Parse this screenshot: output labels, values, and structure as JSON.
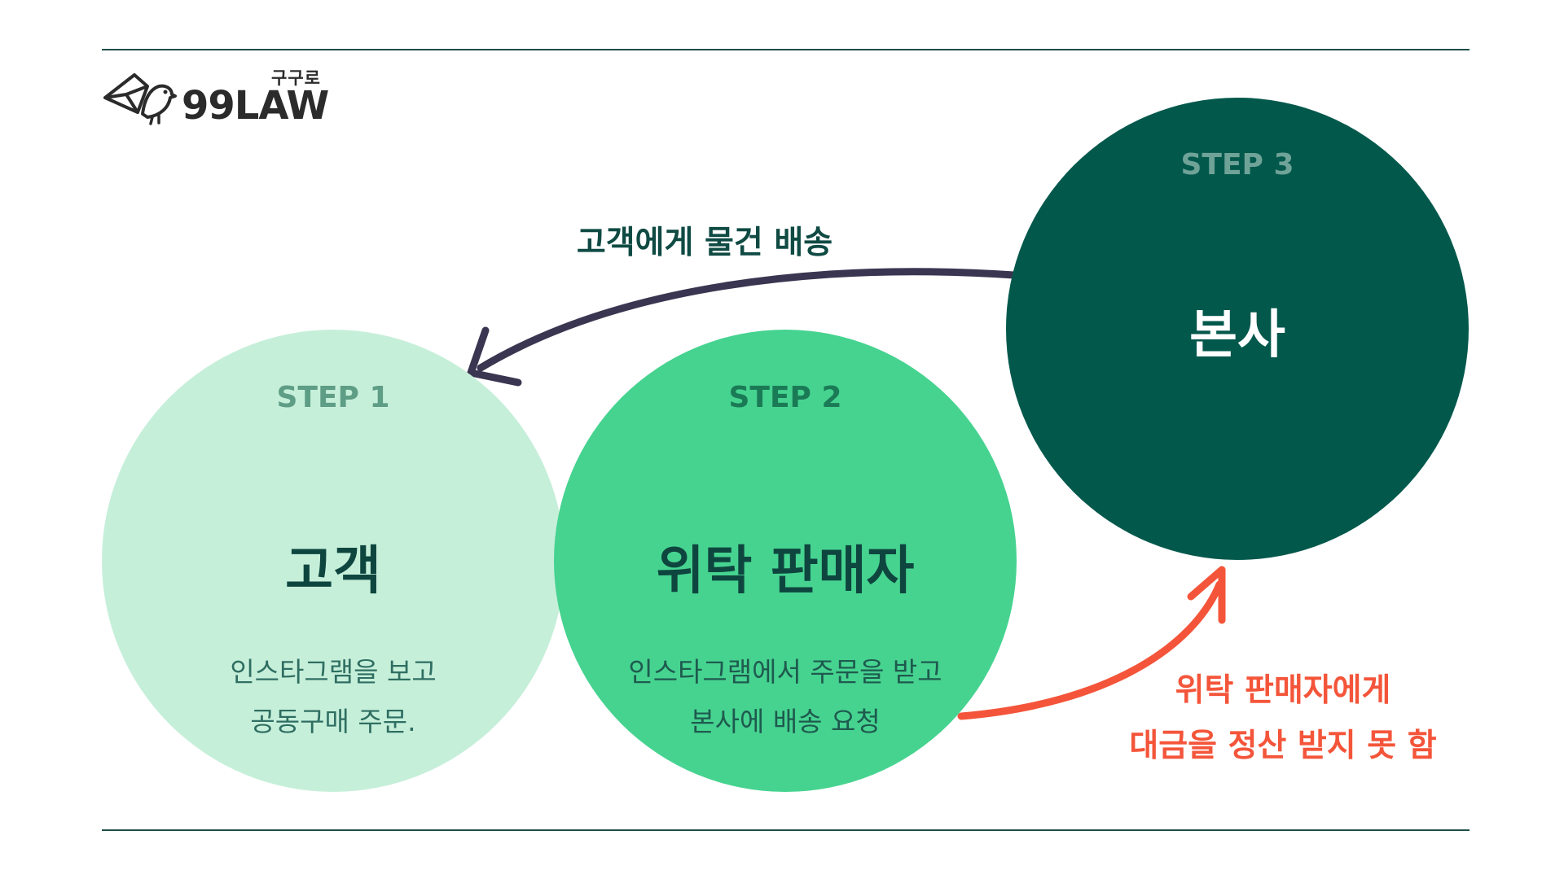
{
  "logo": {
    "korean": "구구로",
    "text": "99LAW"
  },
  "steps": [
    {
      "step": "STEP 1",
      "title": "고객",
      "description": [
        "인스타그램을 보고",
        "공동구매 주문."
      ],
      "color": "#c6efda"
    },
    {
      "step": "STEP 2",
      "title": "위탁 판매자",
      "description": [
        "인스타그램에서 주문을 받고",
        "본사에 배송 요청"
      ],
      "color": "#46d390"
    },
    {
      "step": "STEP 3",
      "title": "본사",
      "color": "#03584c"
    }
  ],
  "arrows": {
    "ship_label": "고객에게 물건 배송",
    "ship_color": "#3a3550",
    "settle_label": [
      "위탁 판매자에게",
      "대금을 정산 받지 못 함"
    ],
    "settle_color": "#f4553a"
  }
}
